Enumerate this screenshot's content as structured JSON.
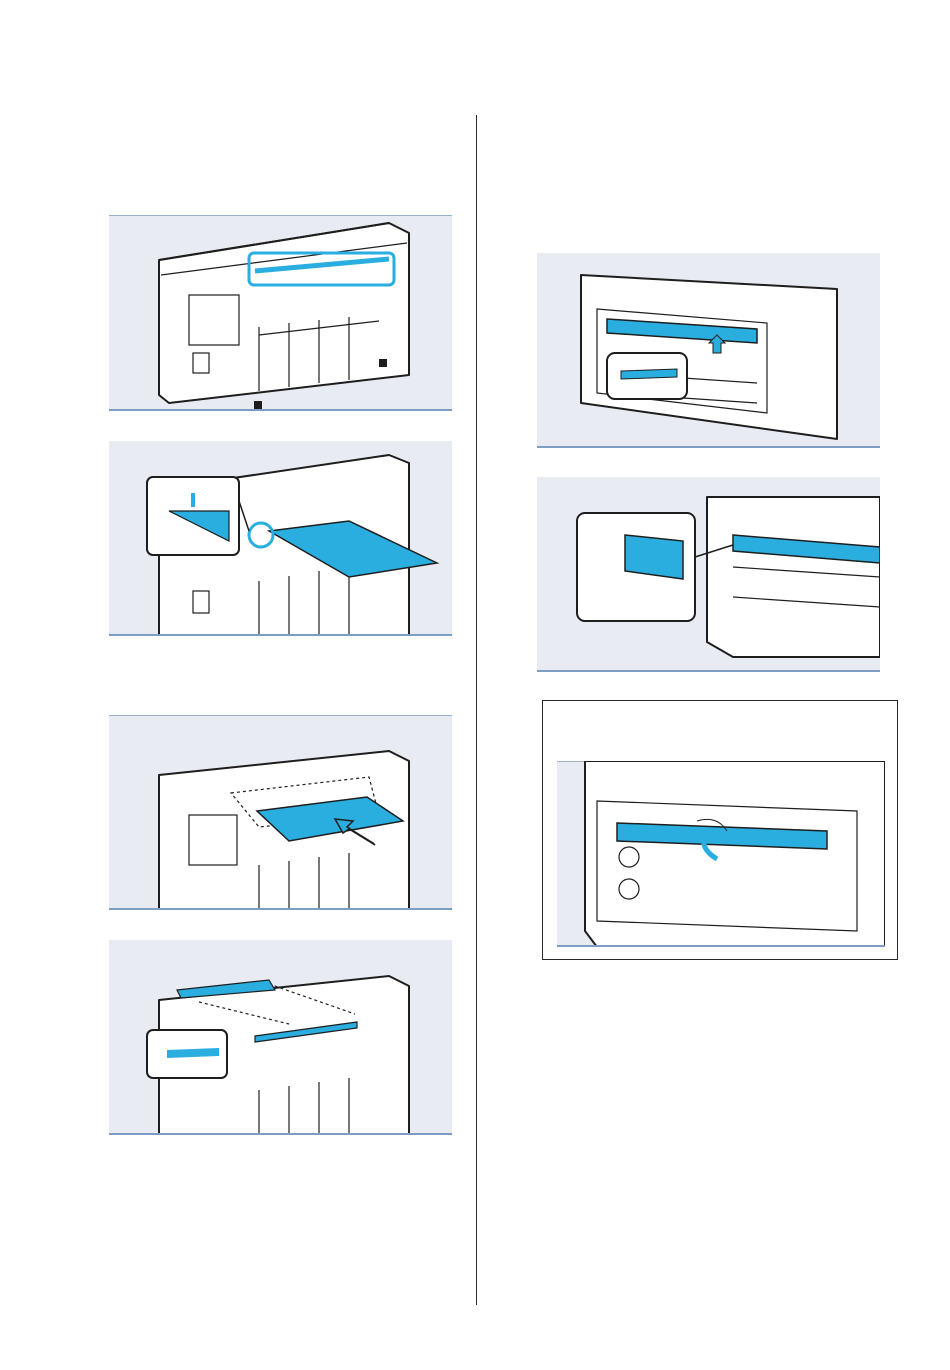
{
  "colors": {
    "figure_background": "#e8ecf2",
    "highlight": "#2aaee0",
    "outline": "#1e1e1e",
    "figure_rule": "#7f9cc4"
  },
  "figures": [
    {
      "id": "fig-1",
      "icon": "printer-front-paper-slot-highlighted"
    },
    {
      "id": "fig-2",
      "icon": "printer-paper-sheet-on-guide-with-zoom-inset"
    },
    {
      "id": "fig-3",
      "icon": "printer-paper-sheet-inserted-arrow"
    },
    {
      "id": "fig-4",
      "icon": "printer-paper-sheet-fed-through-with-zoom-inset"
    },
    {
      "id": "fig-5",
      "icon": "printer-open-cover-lift-lever-inset"
    },
    {
      "id": "fig-6",
      "icon": "printer-cover-latch-zoom-inset"
    },
    {
      "id": "fig-7",
      "icon": "printer-roll-rotate-arrow"
    }
  ]
}
